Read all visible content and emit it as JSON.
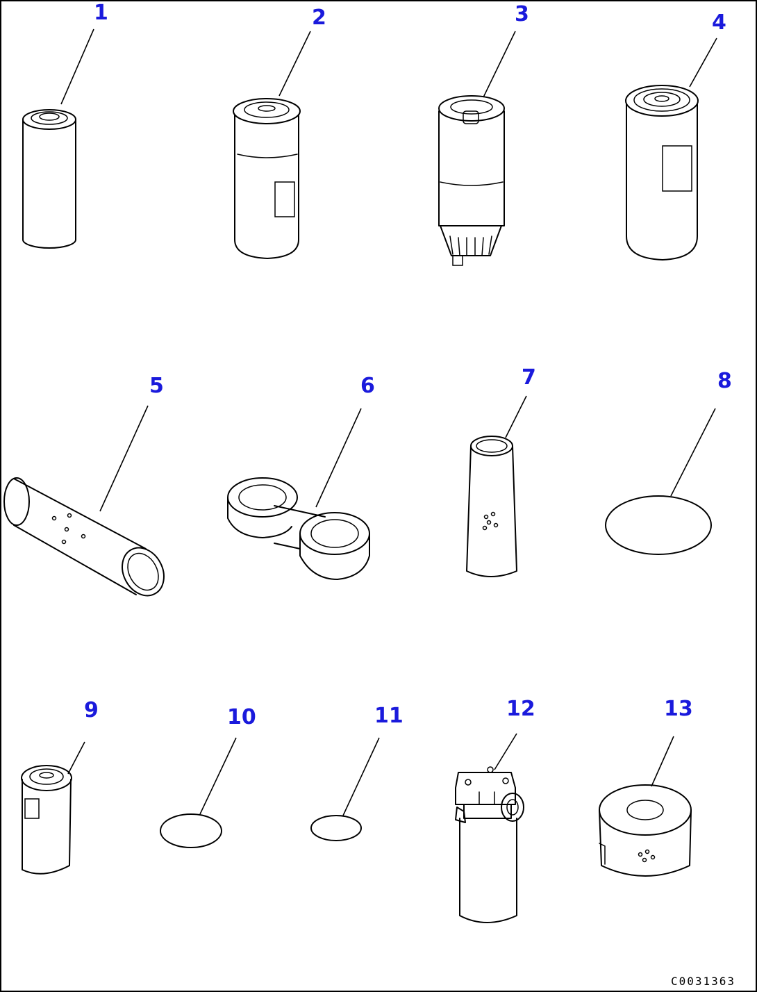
{
  "callouts": [
    "1",
    "2",
    "3",
    "4",
    "5",
    "6",
    "7",
    "8",
    "9",
    "10",
    "11",
    "12",
    "13"
  ],
  "drawing_code": "C0031363"
}
